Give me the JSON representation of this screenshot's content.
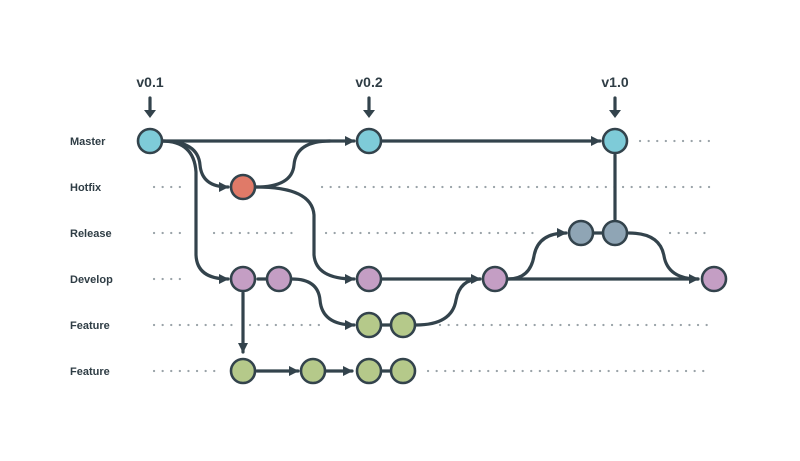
{
  "lanes": [
    {
      "id": "master",
      "label": "Master"
    },
    {
      "id": "hotfix",
      "label": "Hotfix"
    },
    {
      "id": "release",
      "label": "Release"
    },
    {
      "id": "develop",
      "label": "Develop"
    },
    {
      "id": "feature1",
      "label": "Feature"
    },
    {
      "id": "feature2",
      "label": "Feature"
    }
  ],
  "tags": [
    {
      "label": "v0.1",
      "commit": "m1"
    },
    {
      "label": "v0.2",
      "commit": "m2"
    },
    {
      "label": "v1.0",
      "commit": "m3"
    }
  ],
  "colors": {
    "master": "#7ecbd8",
    "hotfix": "#e07a68",
    "release": "#8fa5b5",
    "develop": "#c49ec4",
    "feature": "#b5c98a",
    "line": "#33434c",
    "dots": "#9aa3a8",
    "text": "#2f3d45"
  },
  "commits": [
    {
      "id": "m1",
      "lane": "master"
    },
    {
      "id": "m2",
      "lane": "master"
    },
    {
      "id": "m3",
      "lane": "master"
    },
    {
      "id": "h1",
      "lane": "hotfix"
    },
    {
      "id": "r1",
      "lane": "release"
    },
    {
      "id": "r2",
      "lane": "release"
    },
    {
      "id": "d1",
      "lane": "develop"
    },
    {
      "id": "d2",
      "lane": "develop"
    },
    {
      "id": "d3",
      "lane": "develop"
    },
    {
      "id": "d4",
      "lane": "develop"
    },
    {
      "id": "d5",
      "lane": "develop"
    },
    {
      "id": "fa1",
      "lane": "feature1"
    },
    {
      "id": "fa2",
      "lane": "feature1"
    },
    {
      "id": "fb1",
      "lane": "feature2"
    },
    {
      "id": "fb2",
      "lane": "feature2"
    },
    {
      "id": "fb3",
      "lane": "feature2"
    },
    {
      "id": "fb4",
      "lane": "feature2"
    }
  ]
}
